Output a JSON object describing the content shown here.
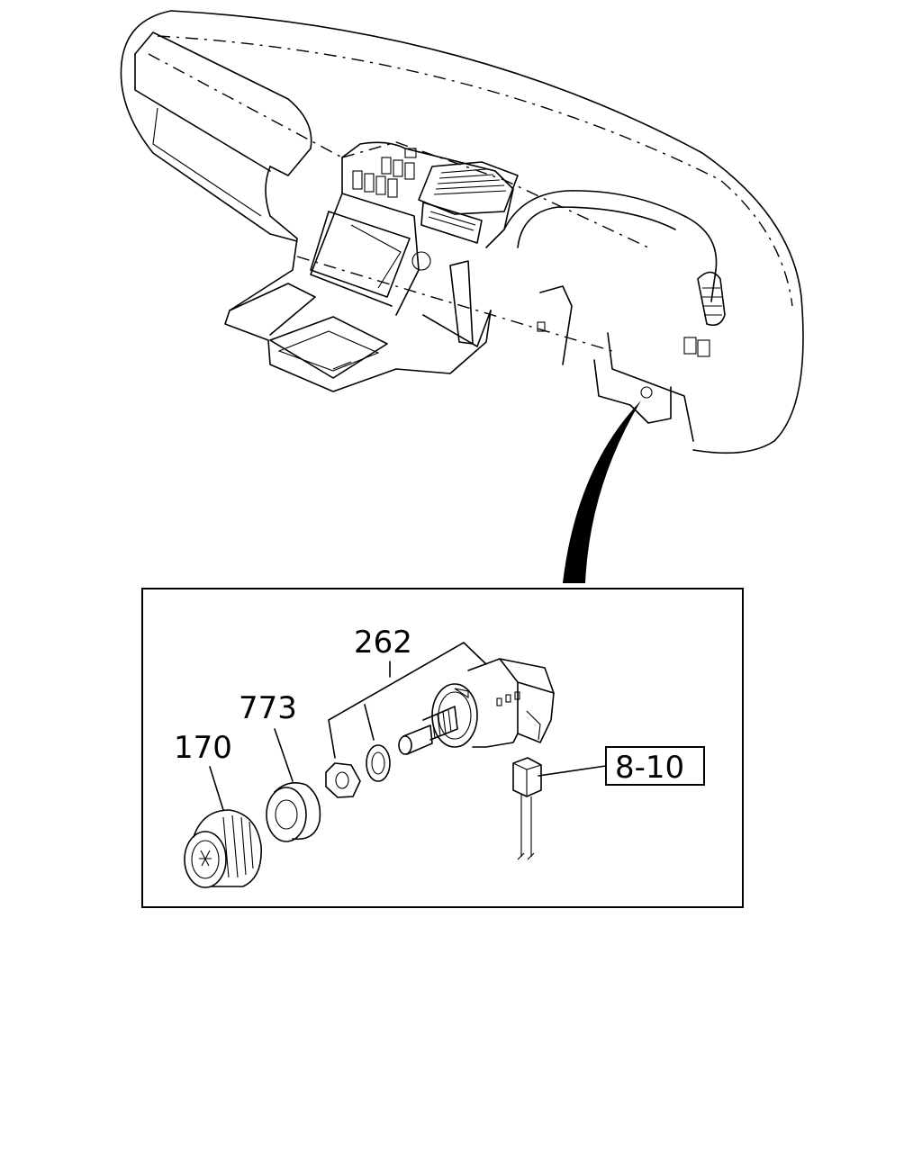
{
  "callouts": {
    "part_262": "262",
    "part_773": "773",
    "part_170": "170",
    "ref_8_10": "8-10"
  },
  "colors": {
    "ink": "#000000",
    "paper": "#ffffff"
  }
}
